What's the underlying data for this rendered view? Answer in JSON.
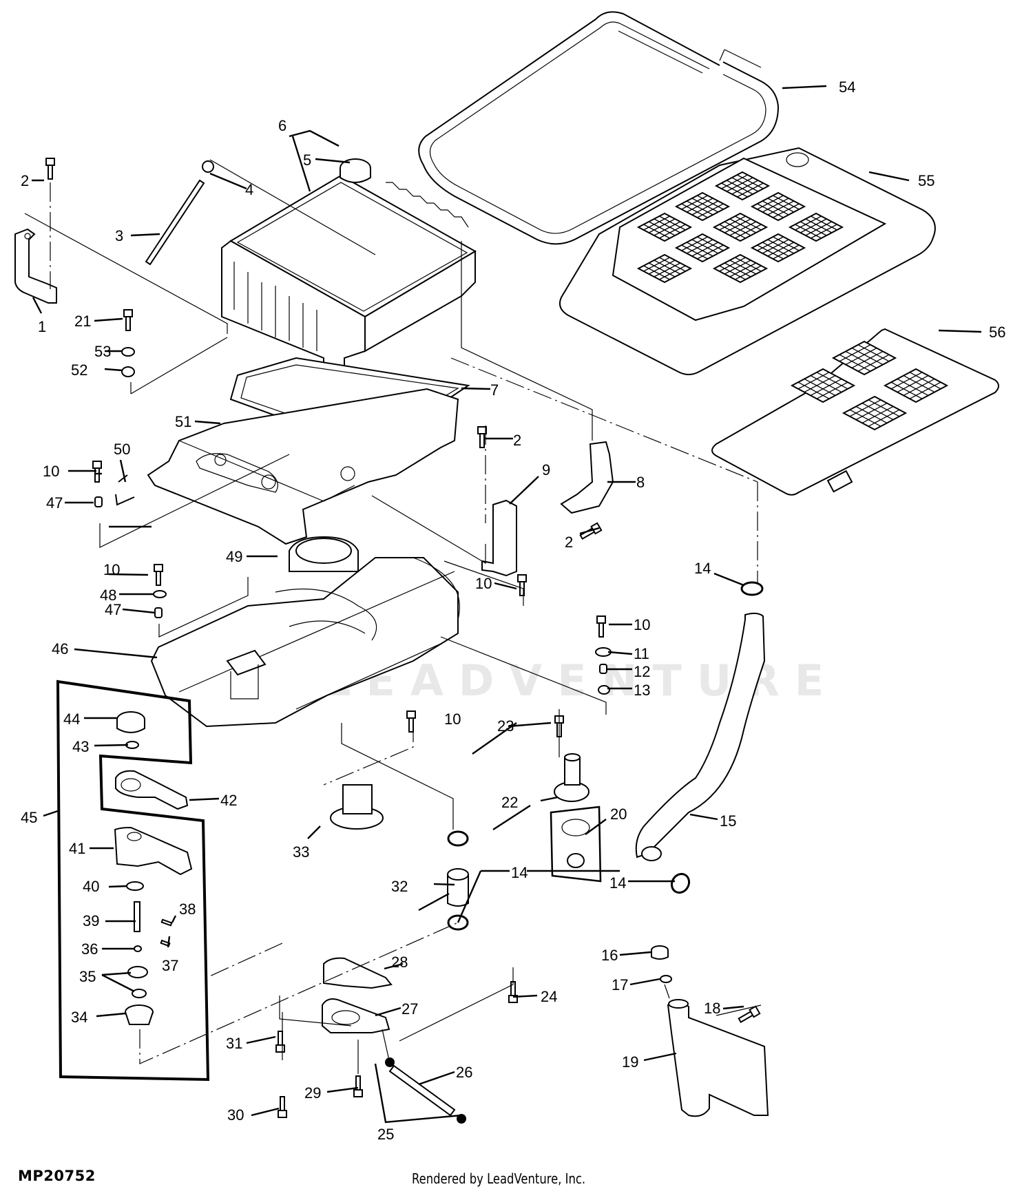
{
  "diagram": {
    "id": "MP20752",
    "credit": "Rendered by LeadVenture, Inc.",
    "watermark": "LEADVENTURE",
    "callouts": [
      {
        "n": "1",
        "part": "bracket"
      },
      {
        "n": "2",
        "part": "cap-screw",
        "occurrences": 4
      },
      {
        "n": "3",
        "part": "rod"
      },
      {
        "n": "4",
        "part": "clip"
      },
      {
        "n": "5",
        "part": "radiator-cap"
      },
      {
        "n": "6",
        "part": "radiator"
      },
      {
        "n": "7",
        "part": "seal"
      },
      {
        "n": "8",
        "part": "bracket"
      },
      {
        "n": "9",
        "part": "bracket"
      },
      {
        "n": "10",
        "part": "cap-screw",
        "occurrences": 5
      },
      {
        "n": "11",
        "part": "washer"
      },
      {
        "n": "12",
        "part": "spacer"
      },
      {
        "n": "13",
        "part": "grommet"
      },
      {
        "n": "14",
        "part": "hose-clamp",
        "occurrences": 4
      },
      {
        "n": "15",
        "part": "hose"
      },
      {
        "n": "16",
        "part": "reservoir-cap"
      },
      {
        "n": "17",
        "part": "gasket"
      },
      {
        "n": "18",
        "part": "cap-screw"
      },
      {
        "n": "19",
        "part": "coolant-reservoir"
      },
      {
        "n": "20",
        "part": "thermostat-kit"
      },
      {
        "n": "21",
        "part": "cap-screw"
      },
      {
        "n": "22",
        "part": "thermostat-housing"
      },
      {
        "n": "23",
        "part": "cap-screw"
      },
      {
        "n": "24",
        "part": "cap-screw"
      },
      {
        "n": "25",
        "part": "o-ring"
      },
      {
        "n": "26",
        "part": "tube"
      },
      {
        "n": "27",
        "part": "pump-cover"
      },
      {
        "n": "28",
        "part": "gasket"
      },
      {
        "n": "29",
        "part": "cap-screw"
      },
      {
        "n": "30",
        "part": "cap-screw"
      },
      {
        "n": "31",
        "part": "cap-screw"
      },
      {
        "n": "32",
        "part": "hose"
      },
      {
        "n": "33",
        "part": "outlet-elbow"
      },
      {
        "n": "34",
        "part": "impeller"
      },
      {
        "n": "35",
        "part": "seal"
      },
      {
        "n": "36",
        "part": "ball"
      },
      {
        "n": "37",
        "part": "pin"
      },
      {
        "n": "38",
        "part": "pin"
      },
      {
        "n": "39",
        "part": "shaft"
      },
      {
        "n": "40",
        "part": "washer"
      },
      {
        "n": "41",
        "part": "water-pump-housing"
      },
      {
        "n": "42",
        "part": "gasket"
      },
      {
        "n": "43",
        "part": "washer"
      },
      {
        "n": "44",
        "part": "gear"
      },
      {
        "n": "45",
        "part": "water-pump-assembly"
      },
      {
        "n": "46",
        "part": "fan-shroud"
      },
      {
        "n": "47",
        "part": "spacer",
        "occurrences": 2
      },
      {
        "n": "48",
        "part": "washer"
      },
      {
        "n": "49",
        "part": "shroud-cover"
      },
      {
        "n": "50",
        "part": "clip"
      },
      {
        "n": "51",
        "part": "radiator-support"
      },
      {
        "n": "52",
        "part": "grommet"
      },
      {
        "n": "53",
        "part": "grommet"
      },
      {
        "n": "54",
        "part": "edge-seal"
      },
      {
        "n": "55",
        "part": "screen-housing"
      },
      {
        "n": "56",
        "part": "screen"
      }
    ]
  },
  "labels": {
    "l1": "1",
    "l2a": "2",
    "l2b": "2",
    "l2c": "2",
    "l3": "3",
    "l4": "4",
    "l5": "5",
    "l6": "6",
    "l7": "7",
    "l8": "8",
    "l9": "9",
    "l10a": "10",
    "l10b": "10",
    "l10c": "10",
    "l10d": "10",
    "l10e": "10",
    "l11": "11",
    "l12": "12",
    "l13": "13",
    "l14a": "14",
    "l14b": "14",
    "l14c": "14",
    "l15": "15",
    "l16": "16",
    "l17": "17",
    "l18": "18",
    "l19": "19",
    "l20": "20",
    "l21": "21",
    "l22": "22",
    "l23": "23",
    "l24": "24",
    "l25": "25",
    "l26": "26",
    "l27": "27",
    "l28": "28",
    "l29": "29",
    "l30": "30",
    "l31": "31",
    "l32": "32",
    "l33": "33",
    "l34": "34",
    "l35": "35",
    "l36": "36",
    "l37": "37",
    "l38": "38",
    "l39": "39",
    "l40": "40",
    "l41": "41",
    "l42": "42",
    "l43": "43",
    "l44": "44",
    "l45": "45",
    "l46": "46",
    "l47a": "47",
    "l47b": "47",
    "l48": "48",
    "l49": "49",
    "l50": "50",
    "l51": "51",
    "l52": "52",
    "l53": "53",
    "l54": "54",
    "l55": "55",
    "l56": "56"
  }
}
